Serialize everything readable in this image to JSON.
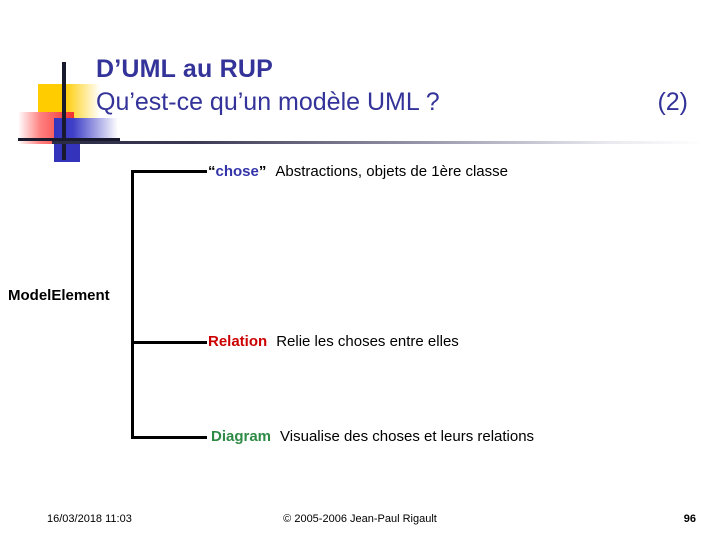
{
  "slide": {
    "title_line1": "D’UML au RUP",
    "title_line2": "Qu’est-ce qu’un modèle UML ?",
    "slide_index": "(2)",
    "root_label": "ModelElement",
    "colors": {
      "title": "#333399",
      "term_chose": "#3333AA",
      "term_relation": "#CC0000",
      "term_diagram": "#2E8B45",
      "logo_yellow": "#FFCC00",
      "logo_red": "#F23030",
      "logo_blue": "#3333BB",
      "tree_line": "#000000"
    },
    "branches": [
      {
        "open_quote": "“",
        "term": "chose",
        "close_quote": "”",
        "description": "Abstractions, objets de 1ère classe"
      },
      {
        "open_quote": "",
        "term": "Relation",
        "close_quote": "",
        "description": "Relie les choses entre elles"
      },
      {
        "open_quote": "",
        "term": "Diagram",
        "close_quote": "",
        "description": "Visualise des choses et leurs relations"
      }
    ]
  },
  "footer": {
    "date": "16/03/2018 11:03",
    "copyright": "© 2005-2006 Jean-Paul Rigault",
    "page_number": "96"
  }
}
